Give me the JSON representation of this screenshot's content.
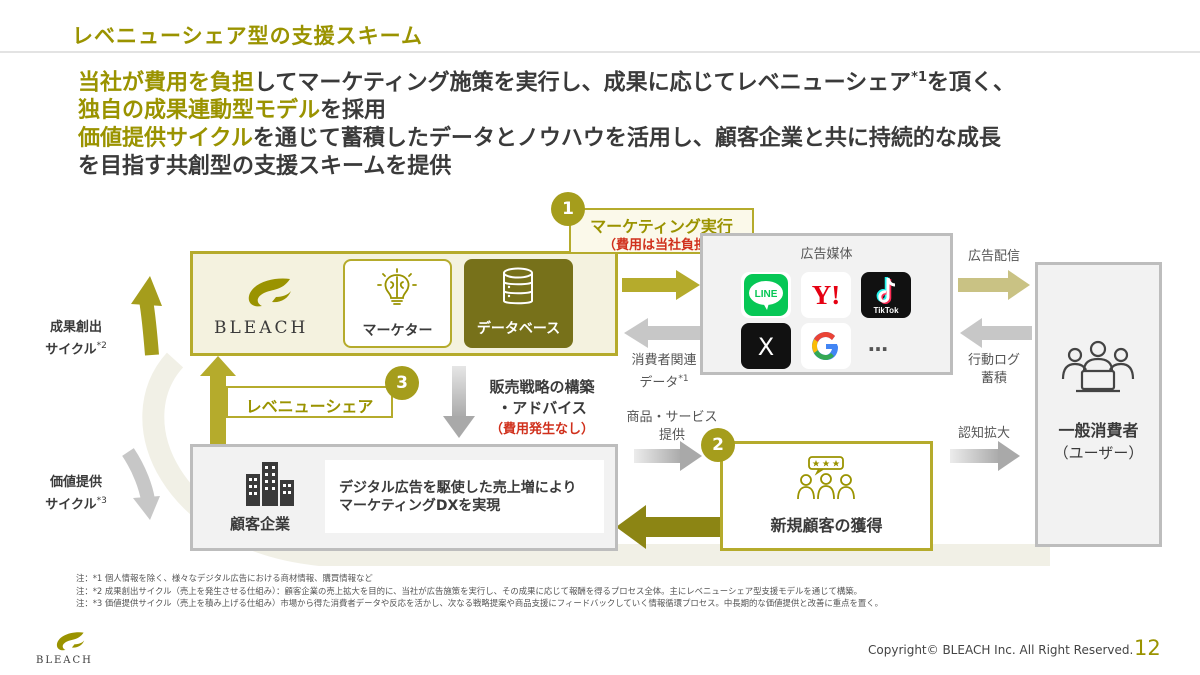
{
  "header": {
    "title": "レベニューシェア型の支援スキーム"
  },
  "lead": {
    "l1_hl1": "当社が費用を負担",
    "l1_mid": "してマーケティング施策を実行し、成果に応じてレベニューシェア",
    "l1_sup": "*1",
    "l1_end": "を頂く、",
    "l2_hl": "独自の成果連動型モデル",
    "l2_end": "を採用",
    "l3_hl": "価値提供サイクル",
    "l3_end": "を通じて蓄積したデータとノウハウを活用し、顧客企業と共に持続的な成長",
    "l4": "を目指す共創型の支援スキームを提供"
  },
  "bleach": {
    "logo_text": "BLEACH",
    "marketer_label": "マーケター",
    "database_label": "データベース"
  },
  "steps": {
    "s1": "1",
    "s1_label": "マーケティング実行",
    "s1_sub": "（費用は当社負担）",
    "s2": "2",
    "s3": "3",
    "s3_label": "レベニューシェア"
  },
  "media": {
    "title": "広告媒体",
    "apps": [
      "LINE",
      "Y!",
      "TikTok",
      "X",
      "G"
    ],
    "more": "…"
  },
  "flows": {
    "consumer_data": "消費者関連",
    "consumer_data_2": "データ",
    "consumer_data_sup": "*1",
    "ad_delivery": "広告配信",
    "behavior_log": "行動ログ",
    "behavior_log_2": "蓄積",
    "product_support": "商品・サービス",
    "product_support_2": "提供",
    "awareness": "認知拡大",
    "sales_strategy": "販売戦略の構築",
    "sales_strategy_2": "・アドバイス",
    "sales_strategy_note": "（費用発生なし）"
  },
  "consumer": {
    "name": "一般消費者",
    "sub": "（ユーザー）"
  },
  "client": {
    "name": "顧客企業",
    "desc1": "デジタル広告を駆使した売上増により",
    "desc2": "マーケティングDXを実現"
  },
  "acquisition": {
    "name": "新規顧客の獲得"
  },
  "cycles": {
    "outcome_1": "成果創出",
    "outcome_2": "サイクル",
    "outcome_sup": "*2",
    "value_1": "価値提供",
    "value_2": "サイクル",
    "value_sup": "*3"
  },
  "notes": [
    "注：*1 個人情報を除く、様々なデジタル広告における商材情報、購買情報など",
    "注：*2 成果創出サイクル（売上を発生させる仕組み）：顧客企業の売上拡大を目的に、当社が広告施策を実行し、その成果に応じて報酬を得るプロセス全体。主にレベニューシェア型支援モデルを通じて構築。",
    "注：*3 価値提供サイクル（売上を積み上げる仕組み）市場から得た消費者データや反応を活かし、次なる戦略提案や商品支援にフィードバックしていく情報循環プロセス。中長期的な価値提供と改善に重点を置く。"
  ],
  "footer": {
    "logo_text": "BLEACH",
    "copyright": "Copyright© BLEACH Inc. All Right Reserved.",
    "page": "12"
  },
  "colors": {
    "olive": "#9a9300",
    "olive_dark": "#77711a",
    "red": "#d0301c",
    "gray": "#bdbdbd"
  }
}
